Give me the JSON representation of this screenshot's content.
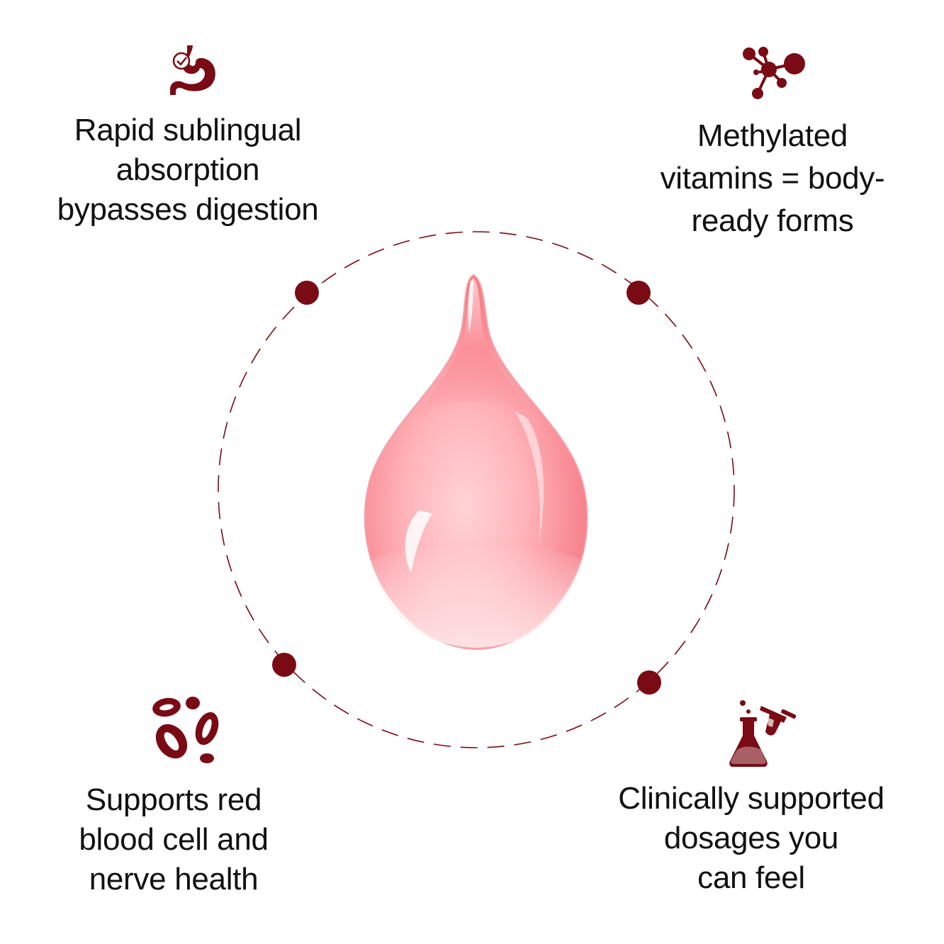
{
  "colors": {
    "accent": "#7a0a13",
    "text": "#111111",
    "background": "#ffffff"
  },
  "features": {
    "top_left": {
      "icon": "stomach-check-icon",
      "lines": [
        "Rapid sublingual",
        "absorption",
        "bypasses digestion"
      ]
    },
    "top_right": {
      "icon": "molecule-icon",
      "lines": [
        "Methylated",
        "vitamins = body-",
        "ready forms"
      ]
    },
    "bottom_left": {
      "icon": "red-blood-cells-icon",
      "lines": [
        "Supports red",
        "blood cell and",
        "nerve health"
      ]
    },
    "bottom_right": {
      "icon": "lab-flask-icon",
      "lines": [
        "Clinically supported",
        "dosages you",
        "can feel"
      ]
    }
  },
  "center": {
    "icon": "pink-droplet-icon"
  }
}
